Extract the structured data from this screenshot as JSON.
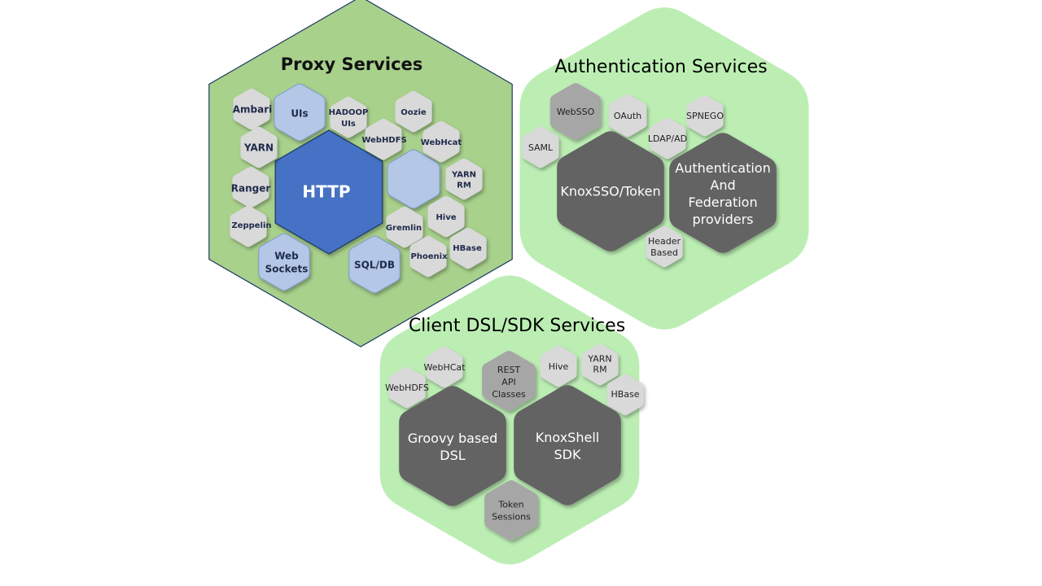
{
  "colors": {
    "proxy_bg": "#a8d18c",
    "light_green": "#bceeb4",
    "http_blue": "#4472c4",
    "light_blue": "#b4c7e7",
    "light_grey": "#d9d9d9",
    "mid_grey": "#a6a6a6",
    "dark_grey": "#646464",
    "outline_navy": "#1f3864"
  },
  "proxy": {
    "title": "Proxy Services",
    "http": "HTTP",
    "uis": "UIs",
    "web_sockets": [
      "Web",
      "Sockets"
    ],
    "sql_db": "SQL/DB",
    "ambari": "Ambari",
    "yarn": "YARN",
    "ranger": "Ranger",
    "zeppelin": "Zeppelin",
    "hadoop_uis": [
      "HADOOP",
      "UIs"
    ],
    "oozie": "Oozie",
    "webhdfs": "WebHDFS",
    "webhcat": "WebHcat",
    "yarn_rm": [
      "YARN",
      "RM"
    ],
    "hive": "Hive",
    "gremlin": "Gremlin",
    "hbase": "HBase",
    "phoenix": "Phoenix"
  },
  "auth": {
    "title": "Authentication Services",
    "websso": "WebSSO",
    "oauth": "OAuth",
    "spnego": "SPNEGO",
    "saml": "SAML",
    "ldap": "LDAP/AD",
    "knoxsso": "KnoxSSO/Token",
    "providers": [
      "Authentication",
      "And",
      "Federation",
      "providers"
    ],
    "header_based": [
      "Header",
      "Based"
    ]
  },
  "client": {
    "title": "Client DSL/SDK Services",
    "webhcat": "WebHCat",
    "webhdfs": "WebHDFS",
    "rest_api": [
      "REST",
      "API",
      "Classes"
    ],
    "hive": "Hive",
    "yarn_rm": [
      "YARN",
      "RM"
    ],
    "hbase": "HBase",
    "groovy": [
      "Groovy based",
      "DSL"
    ],
    "knoxshell": [
      "KnoxShell",
      "SDK"
    ],
    "token_sessions": [
      "Token",
      "Sessions"
    ]
  }
}
